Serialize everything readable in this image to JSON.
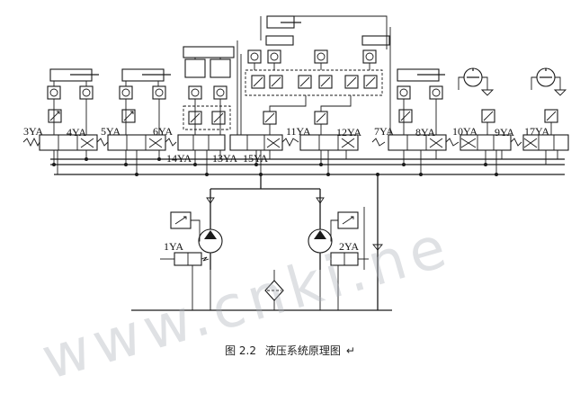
{
  "figure": {
    "caption_number": "图 2.2",
    "caption_text": "液压系统原理图",
    "caption_mark": "↵"
  },
  "watermark": "www.cnki.ne",
  "solenoids": {
    "s3": "3YA",
    "s4": "4YA",
    "s5": "5YA",
    "s6": "6YA",
    "s14": "14YA",
    "s13": "13YA",
    "s15": "15YA",
    "s11": "11YA",
    "s12": "12YA",
    "s7": "7YA",
    "s8": "8YA",
    "s10": "10YA",
    "s9": "9YA",
    "s17": "17YA",
    "s1": "1YA",
    "s2": "2YA"
  }
}
